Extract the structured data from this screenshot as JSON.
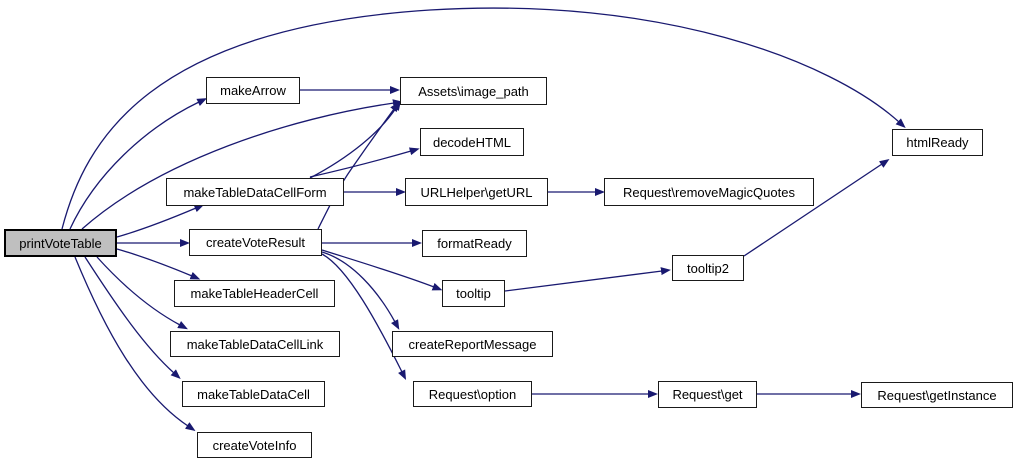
{
  "diagram": {
    "kind": "doxygen-call-graph",
    "root_function": "printVoteTable",
    "colors": {
      "edge": "#191970",
      "node_fill": "#ffffff",
      "node_border": "#1a1a1a",
      "highlight_fill": "#bfbfbf",
      "text": "#000000",
      "background": "#ffffff"
    },
    "nodes": {
      "printVoteTable": {
        "label": "printVoteTable",
        "highlighted": true
      },
      "makeArrow": {
        "label": "makeArrow"
      },
      "assetsImagePath": {
        "label": "Assets\\image_path"
      },
      "decodeHTML": {
        "label": "decodeHTML"
      },
      "makeTableDataCellForm": {
        "label": "makeTableDataCellForm"
      },
      "urlHelperGetURL": {
        "label": "URLHelper\\getURL"
      },
      "requestRemoveMagicQuotes": {
        "label": "Request\\removeMagicQuotes"
      },
      "htmlReady": {
        "label": "htmlReady"
      },
      "createVoteResult": {
        "label": "createVoteResult"
      },
      "formatReady": {
        "label": "formatReady"
      },
      "tooltip": {
        "label": "tooltip"
      },
      "tooltip2": {
        "label": "tooltip2"
      },
      "makeTableHeaderCell": {
        "label": "makeTableHeaderCell"
      },
      "makeTableDataCellLink": {
        "label": "makeTableDataCellLink"
      },
      "createReportMessage": {
        "label": "createReportMessage"
      },
      "makeTableDataCell": {
        "label": "makeTableDataCell"
      },
      "requestOption": {
        "label": "Request\\option"
      },
      "requestGet": {
        "label": "Request\\get"
      },
      "requestGetInstance": {
        "label": "Request\\getInstance"
      },
      "createVoteInfo": {
        "label": "createVoteInfo"
      }
    },
    "edges": [
      {
        "from": "printVoteTable",
        "to": "htmlReady"
      },
      {
        "from": "printVoteTable",
        "to": "makeArrow"
      },
      {
        "from": "printVoteTable",
        "to": "assetsImagePath"
      },
      {
        "from": "printVoteTable",
        "to": "makeTableDataCellForm"
      },
      {
        "from": "printVoteTable",
        "to": "createVoteResult"
      },
      {
        "from": "printVoteTable",
        "to": "makeTableHeaderCell"
      },
      {
        "from": "printVoteTable",
        "to": "makeTableDataCellLink"
      },
      {
        "from": "printVoteTable",
        "to": "makeTableDataCell"
      },
      {
        "from": "printVoteTable",
        "to": "createVoteInfo"
      },
      {
        "from": "makeArrow",
        "to": "assetsImagePath"
      },
      {
        "from": "makeTableDataCellForm",
        "to": "assetsImagePath"
      },
      {
        "from": "makeTableDataCellForm",
        "to": "decodeHTML"
      },
      {
        "from": "makeTableDataCellForm",
        "to": "urlHelperGetURL"
      },
      {
        "from": "urlHelperGetURL",
        "to": "requestRemoveMagicQuotes"
      },
      {
        "from": "createVoteResult",
        "to": "assetsImagePath"
      },
      {
        "from": "createVoteResult",
        "to": "formatReady"
      },
      {
        "from": "createVoteResult",
        "to": "tooltip"
      },
      {
        "from": "createVoteResult",
        "to": "createReportMessage"
      },
      {
        "from": "createVoteResult",
        "to": "requestOption"
      },
      {
        "from": "tooltip",
        "to": "tooltip2"
      },
      {
        "from": "tooltip2",
        "to": "htmlReady"
      },
      {
        "from": "requestOption",
        "to": "requestGet"
      },
      {
        "from": "requestGet",
        "to": "requestGetInstance"
      }
    ]
  }
}
